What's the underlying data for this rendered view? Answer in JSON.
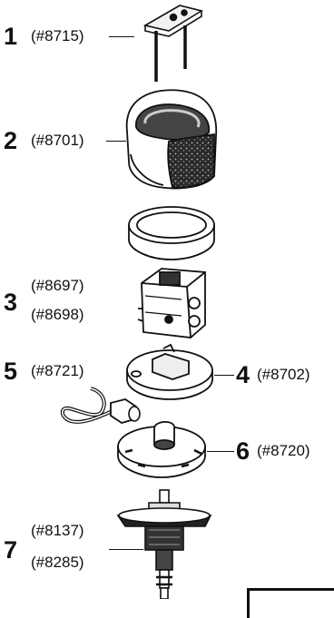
{
  "callouts": [
    {
      "num": "1",
      "codes": [
        "(#8715)"
      ]
    },
    {
      "num": "2",
      "codes": [
        "(#8701)"
      ]
    },
    {
      "num": "3",
      "codes": [
        "(#8697)",
        "(#8698)"
      ]
    },
    {
      "num": "5",
      "codes": [
        "(#8721)"
      ]
    },
    {
      "num": "4",
      "codes": [
        "(#8702)"
      ]
    },
    {
      "num": "6",
      "codes": [
        "(#8720)"
      ]
    },
    {
      "num": "7",
      "codes": [
        "(#8137)",
        "(#8285)"
      ]
    }
  ]
}
